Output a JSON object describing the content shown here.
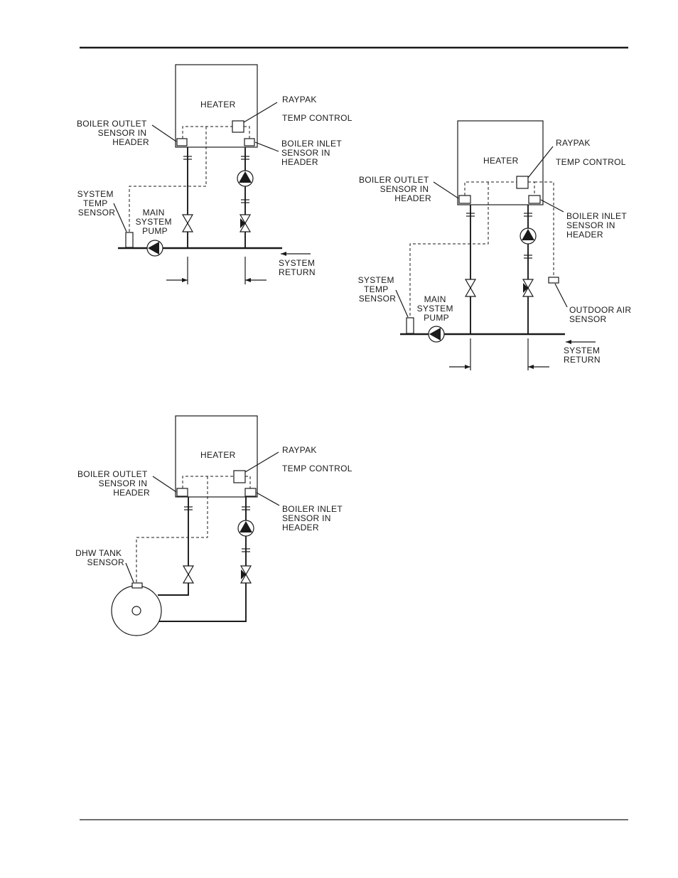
{
  "labels": {
    "heater": "HEATER",
    "raypak": "RAYPAK",
    "temp_control": "TEMP CONTROL",
    "boiler_outlet": [
      "BOILER OUTLET",
      "SENSOR IN",
      "HEADER"
    ],
    "boiler_inlet": [
      "BOILER INLET",
      "SENSOR IN",
      "HEADER"
    ],
    "system_temp_sensor": [
      "SYSTEM",
      "TEMP",
      "SENSOR"
    ],
    "main_system_pump": [
      "MAIN",
      "SYSTEM",
      "PUMP"
    ],
    "system_return": [
      "SYSTEM",
      "RETURN"
    ],
    "outdoor_air_sensor": [
      "OUTDOOR AIR",
      "SENSOR"
    ],
    "dhw_tank_sensor": [
      "DHW TANK",
      "SENSOR"
    ]
  }
}
